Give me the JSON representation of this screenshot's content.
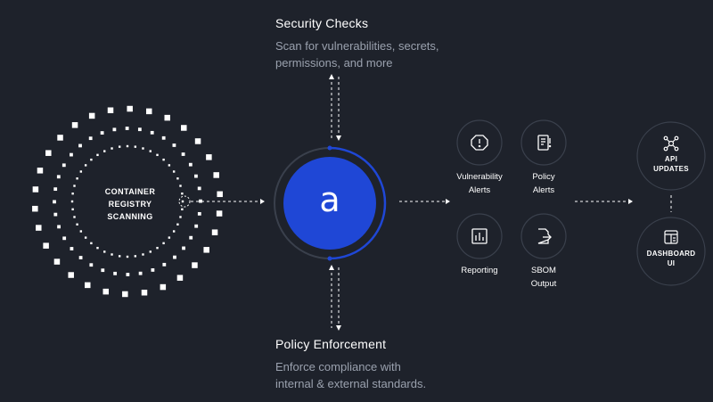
{
  "top": {
    "title": "Security Checks",
    "desc_line1": "Scan for vulnerabilities, secrets,",
    "desc_line2": "permissions, and more"
  },
  "bottom": {
    "title": "Policy Enforcement",
    "desc_line1": "Enforce compliance with",
    "desc_line2": "internal & external standards."
  },
  "registry": {
    "line1": "CONTAINER",
    "line2": "REGISTRY",
    "line3": "SCANNING"
  },
  "logo": {
    "letter": "a",
    "color": "#1f47d6"
  },
  "nodes": [
    {
      "line1": "Vulnerability",
      "line2": "Alerts",
      "icon": "alert-octagon-icon"
    },
    {
      "line1": "Policy",
      "line2": "Alerts",
      "icon": "document-icon"
    },
    {
      "line1": "Reporting",
      "line2": "",
      "icon": "bar-chart-icon"
    },
    {
      "line1": "SBOM",
      "line2": "Output",
      "icon": "export-file-icon"
    }
  ],
  "targets": [
    {
      "line1": "API",
      "line2": "UPDATES",
      "icon": "network-icon"
    },
    {
      "line1": "DASHBOARD",
      "line2": "UI",
      "icon": "dashboard-icon"
    }
  ],
  "colors": {
    "background": "#1e222b",
    "accent": "#1f47d6",
    "circle_stroke": "#3a404c",
    "muted_text": "#9aa1ae"
  }
}
